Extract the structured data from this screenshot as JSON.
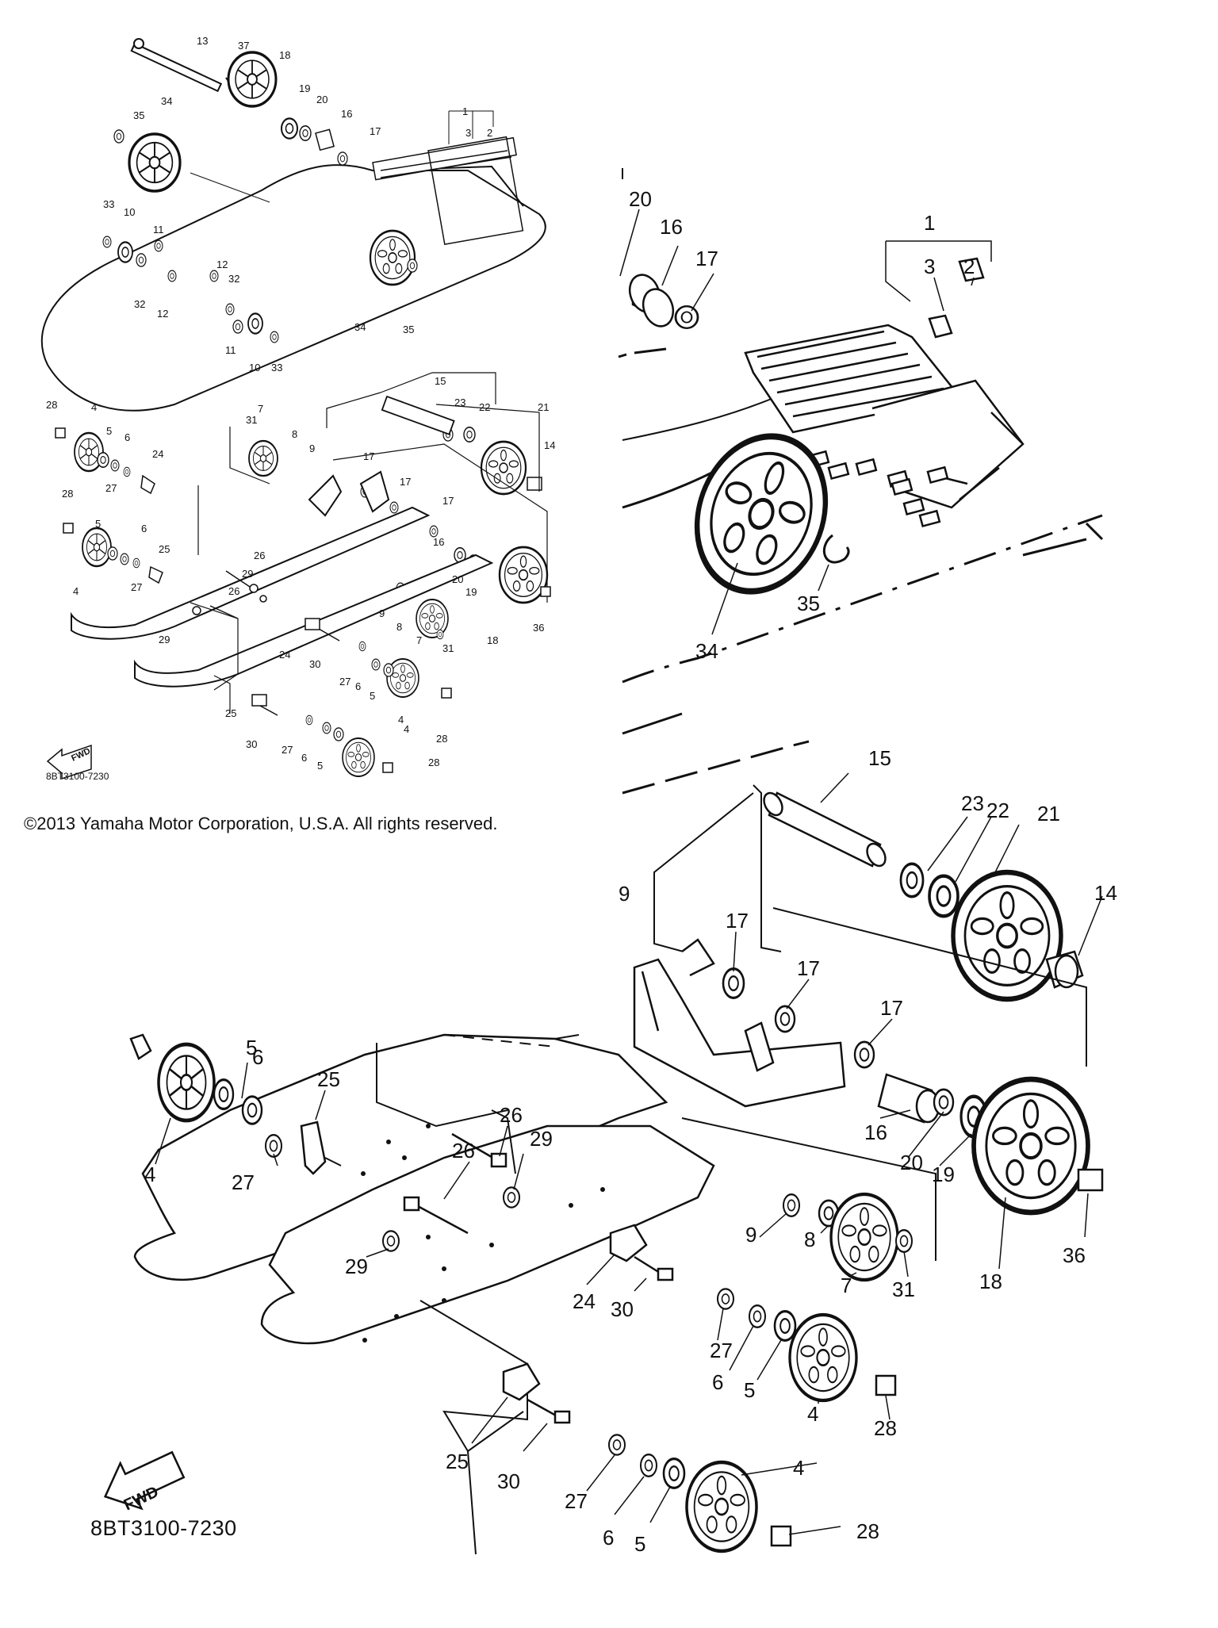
{
  "diagram": {
    "part_code": "8BT3100-7230",
    "copyright": "©2013 Yamaha Motor Corporation, U.S.A. All rights reserved.",
    "fwd_label": "FWD",
    "overview_callouts": [
      {
        "label": "13"
      },
      {
        "label": "37"
      },
      {
        "label": "18"
      },
      {
        "label": "19"
      },
      {
        "label": "20"
      },
      {
        "label": "16"
      },
      {
        "label": "17"
      },
      {
        "label": "35"
      },
      {
        "label": "34"
      },
      {
        "label": "1"
      },
      {
        "label": "3"
      },
      {
        "label": "2"
      },
      {
        "label": "33"
      },
      {
        "label": "10"
      },
      {
        "label": "11"
      },
      {
        "label": "12"
      },
      {
        "label": "32"
      },
      {
        "label": "32"
      },
      {
        "label": "12"
      },
      {
        "label": "11"
      },
      {
        "label": "10"
      },
      {
        "label": "33"
      },
      {
        "label": "34"
      },
      {
        "label": "35"
      },
      {
        "label": "15"
      },
      {
        "label": "23"
      },
      {
        "label": "22"
      },
      {
        "label": "21"
      },
      {
        "label": "14"
      },
      {
        "label": "28"
      },
      {
        "label": "4"
      },
      {
        "label": "5"
      },
      {
        "label": "6"
      },
      {
        "label": "7"
      },
      {
        "label": "31"
      },
      {
        "label": "8"
      },
      {
        "label": "9"
      },
      {
        "label": "24"
      },
      {
        "label": "27"
      },
      {
        "label": "17"
      },
      {
        "label": "17"
      },
      {
        "label": "17"
      },
      {
        "label": "28"
      },
      {
        "label": "5"
      },
      {
        "label": "6"
      },
      {
        "label": "4"
      },
      {
        "label": "27"
      },
      {
        "label": "25"
      },
      {
        "label": "26"
      },
      {
        "label": "29"
      },
      {
        "label": "26"
      },
      {
        "label": "29"
      },
      {
        "label": "16"
      },
      {
        "label": "20"
      },
      {
        "label": "19"
      },
      {
        "label": "18"
      },
      {
        "label": "36"
      },
      {
        "label": "9"
      },
      {
        "label": "8"
      },
      {
        "label": "7"
      },
      {
        "label": "31"
      },
      {
        "label": "24"
      },
      {
        "label": "30"
      },
      {
        "label": "27"
      },
      {
        "label": "6"
      },
      {
        "label": "5"
      },
      {
        "label": "4"
      },
      {
        "label": "28"
      },
      {
        "label": "25"
      },
      {
        "label": "30"
      },
      {
        "label": "27"
      },
      {
        "label": "6"
      },
      {
        "label": "5"
      },
      {
        "label": "4"
      },
      {
        "label": "28"
      }
    ],
    "detail_callouts": [
      {
        "label": "20"
      },
      {
        "label": "16"
      },
      {
        "label": "17"
      },
      {
        "label": "1"
      },
      {
        "label": "3"
      },
      {
        "label": "2"
      },
      {
        "label": "34"
      },
      {
        "label": "35"
      },
      {
        "label": "15"
      },
      {
        "label": "23"
      },
      {
        "label": "22"
      },
      {
        "label": "21"
      },
      {
        "label": "14"
      },
      {
        "label": "9"
      },
      {
        "label": "17"
      },
      {
        "label": "17"
      },
      {
        "label": "17"
      },
      {
        "label": "5"
      },
      {
        "label": "6"
      },
      {
        "label": "25"
      },
      {
        "label": "4"
      },
      {
        "label": "27"
      },
      {
        "label": "26"
      },
      {
        "label": "29"
      },
      {
        "label": "26"
      },
      {
        "label": "29"
      },
      {
        "label": "16"
      },
      {
        "label": "20"
      },
      {
        "label": "19"
      },
      {
        "label": "18"
      },
      {
        "label": "36"
      },
      {
        "label": "9"
      },
      {
        "label": "8"
      },
      {
        "label": "7"
      },
      {
        "label": "31"
      },
      {
        "label": "24"
      },
      {
        "label": "30"
      },
      {
        "label": "27"
      },
      {
        "label": "6"
      },
      {
        "label": "5"
      },
      {
        "label": "4"
      },
      {
        "label": "28"
      },
      {
        "label": "25"
      },
      {
        "label": "30"
      },
      {
        "label": "27"
      },
      {
        "label": "6"
      },
      {
        "label": "5"
      },
      {
        "label": "4"
      },
      {
        "label": "28"
      }
    ]
  }
}
